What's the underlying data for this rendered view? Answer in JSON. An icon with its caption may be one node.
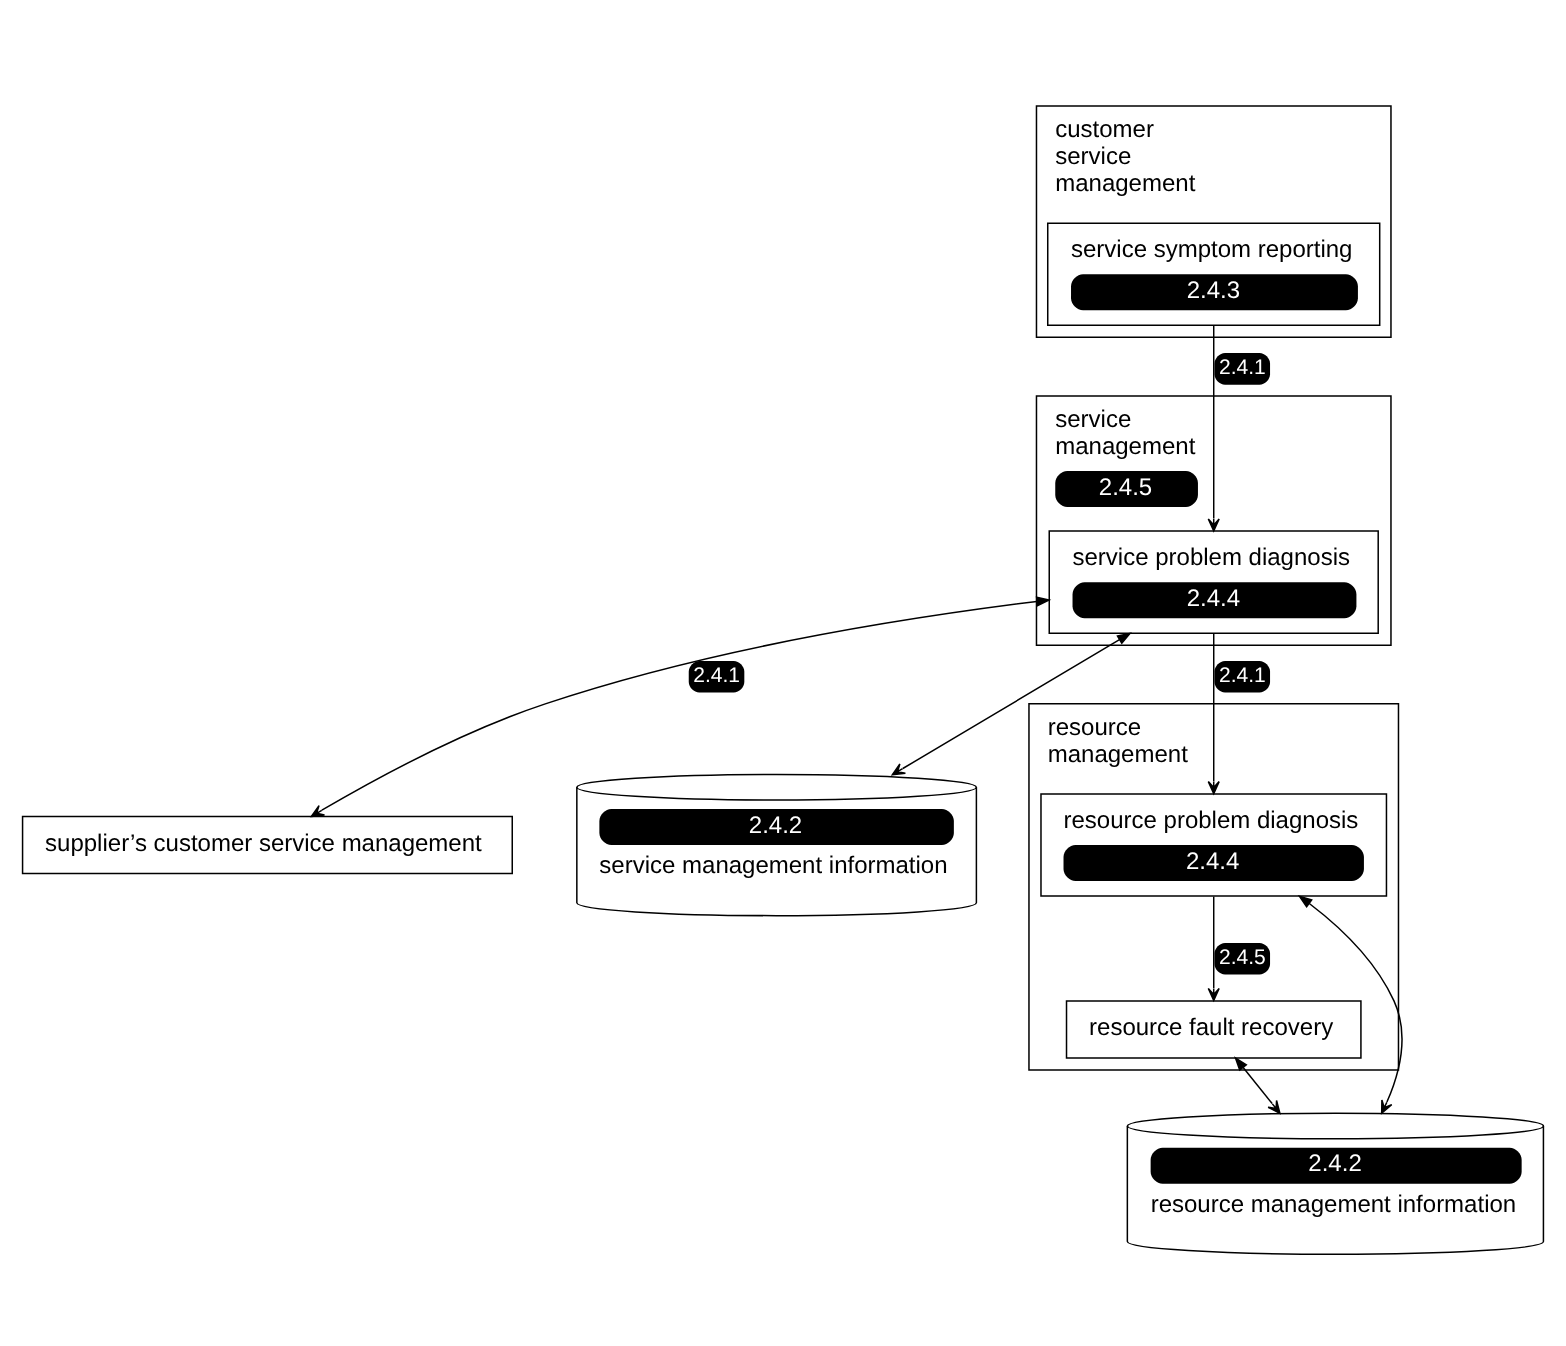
{
  "diagram": {
    "nodes": [
      {
        "text": [
          "customer service management"
        ]
      },
      {
        "text": [
          "service symptom reporting",
          "2.4.3"
        ],
        "in": 0
      },
      {
        "text": [
          "supplier’s customer service management"
        ]
      },
      {
        "text": [
          "service management",
          "2.4.5"
        ]
      },
      {
        "text": [
          "service problem diagnosis",
          "2.4.4"
        ],
        "in": 3
      },
      {
        "text": [
          "2.4.2",
          "service management information"
        ]
      },
      {
        "text": [
          "resource management"
        ]
      },
      {
        "text": [
          "resource problem diagnosis",
          "2.4.4"
        ],
        "in": 6
      },
      {
        "text": [
          "resource fault recovery"
        ],
        "in": 6
      },
      {
        "text": [
          "2.4.2",
          "resource management information"
        ]
      }
    ],
    "edges": [
      {
        "from": 1,
        "to": 4,
        "arrow": "to",
        "label": "2.4.1"
      },
      {
        "from": 4,
        "to": 2,
        "arrow": "both",
        "label": "2.4.1"
      },
      {
        "from": 4,
        "to": 5,
        "arrow": "both"
      },
      {
        "from": 4,
        "to": 7,
        "arrow": "to",
        "label": "2.4.1"
      },
      {
        "from": 7,
        "to": 9,
        "arrow": "both"
      },
      {
        "from": 7,
        "to": 8,
        "arrow": "to",
        "label": "2.4.5"
      },
      {
        "from": 8,
        "to": 9,
        "arrow": "both"
      }
    ]
  }
}
